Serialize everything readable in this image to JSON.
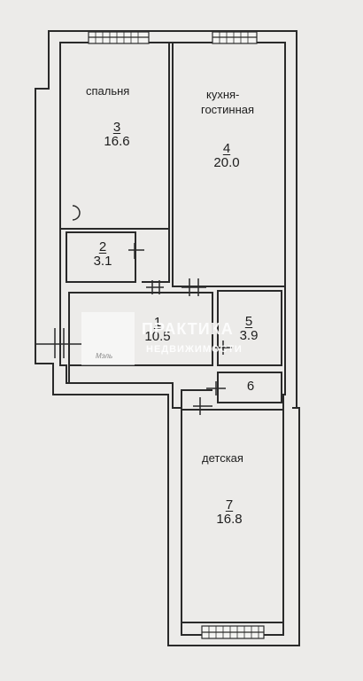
{
  "plan": {
    "wall_color": "#2a2a2a",
    "background": "#ecebe9",
    "rooms": [
      {
        "id": "bedroom",
        "name": "спальня",
        "number": "3",
        "area": "16.6"
      },
      {
        "id": "kitchen",
        "name_line1": "кухня-",
        "name_line2": "гостинная",
        "number": "4",
        "area": "20.0"
      },
      {
        "id": "bathroom",
        "number": "2",
        "area": "3.1"
      },
      {
        "id": "hall",
        "number": "1",
        "area": "10.5"
      },
      {
        "id": "toilet",
        "number": "5",
        "area": "3.9"
      },
      {
        "id": "closet",
        "number": "6"
      },
      {
        "id": "kids",
        "name": "детская",
        "number": "7",
        "area": "16.8"
      }
    ]
  },
  "watermark": {
    "brand_big": "ПРАКТИКА",
    "brand_small": "НЕДВИЖИМОСТИ",
    "logo_caption": "Мэль"
  }
}
